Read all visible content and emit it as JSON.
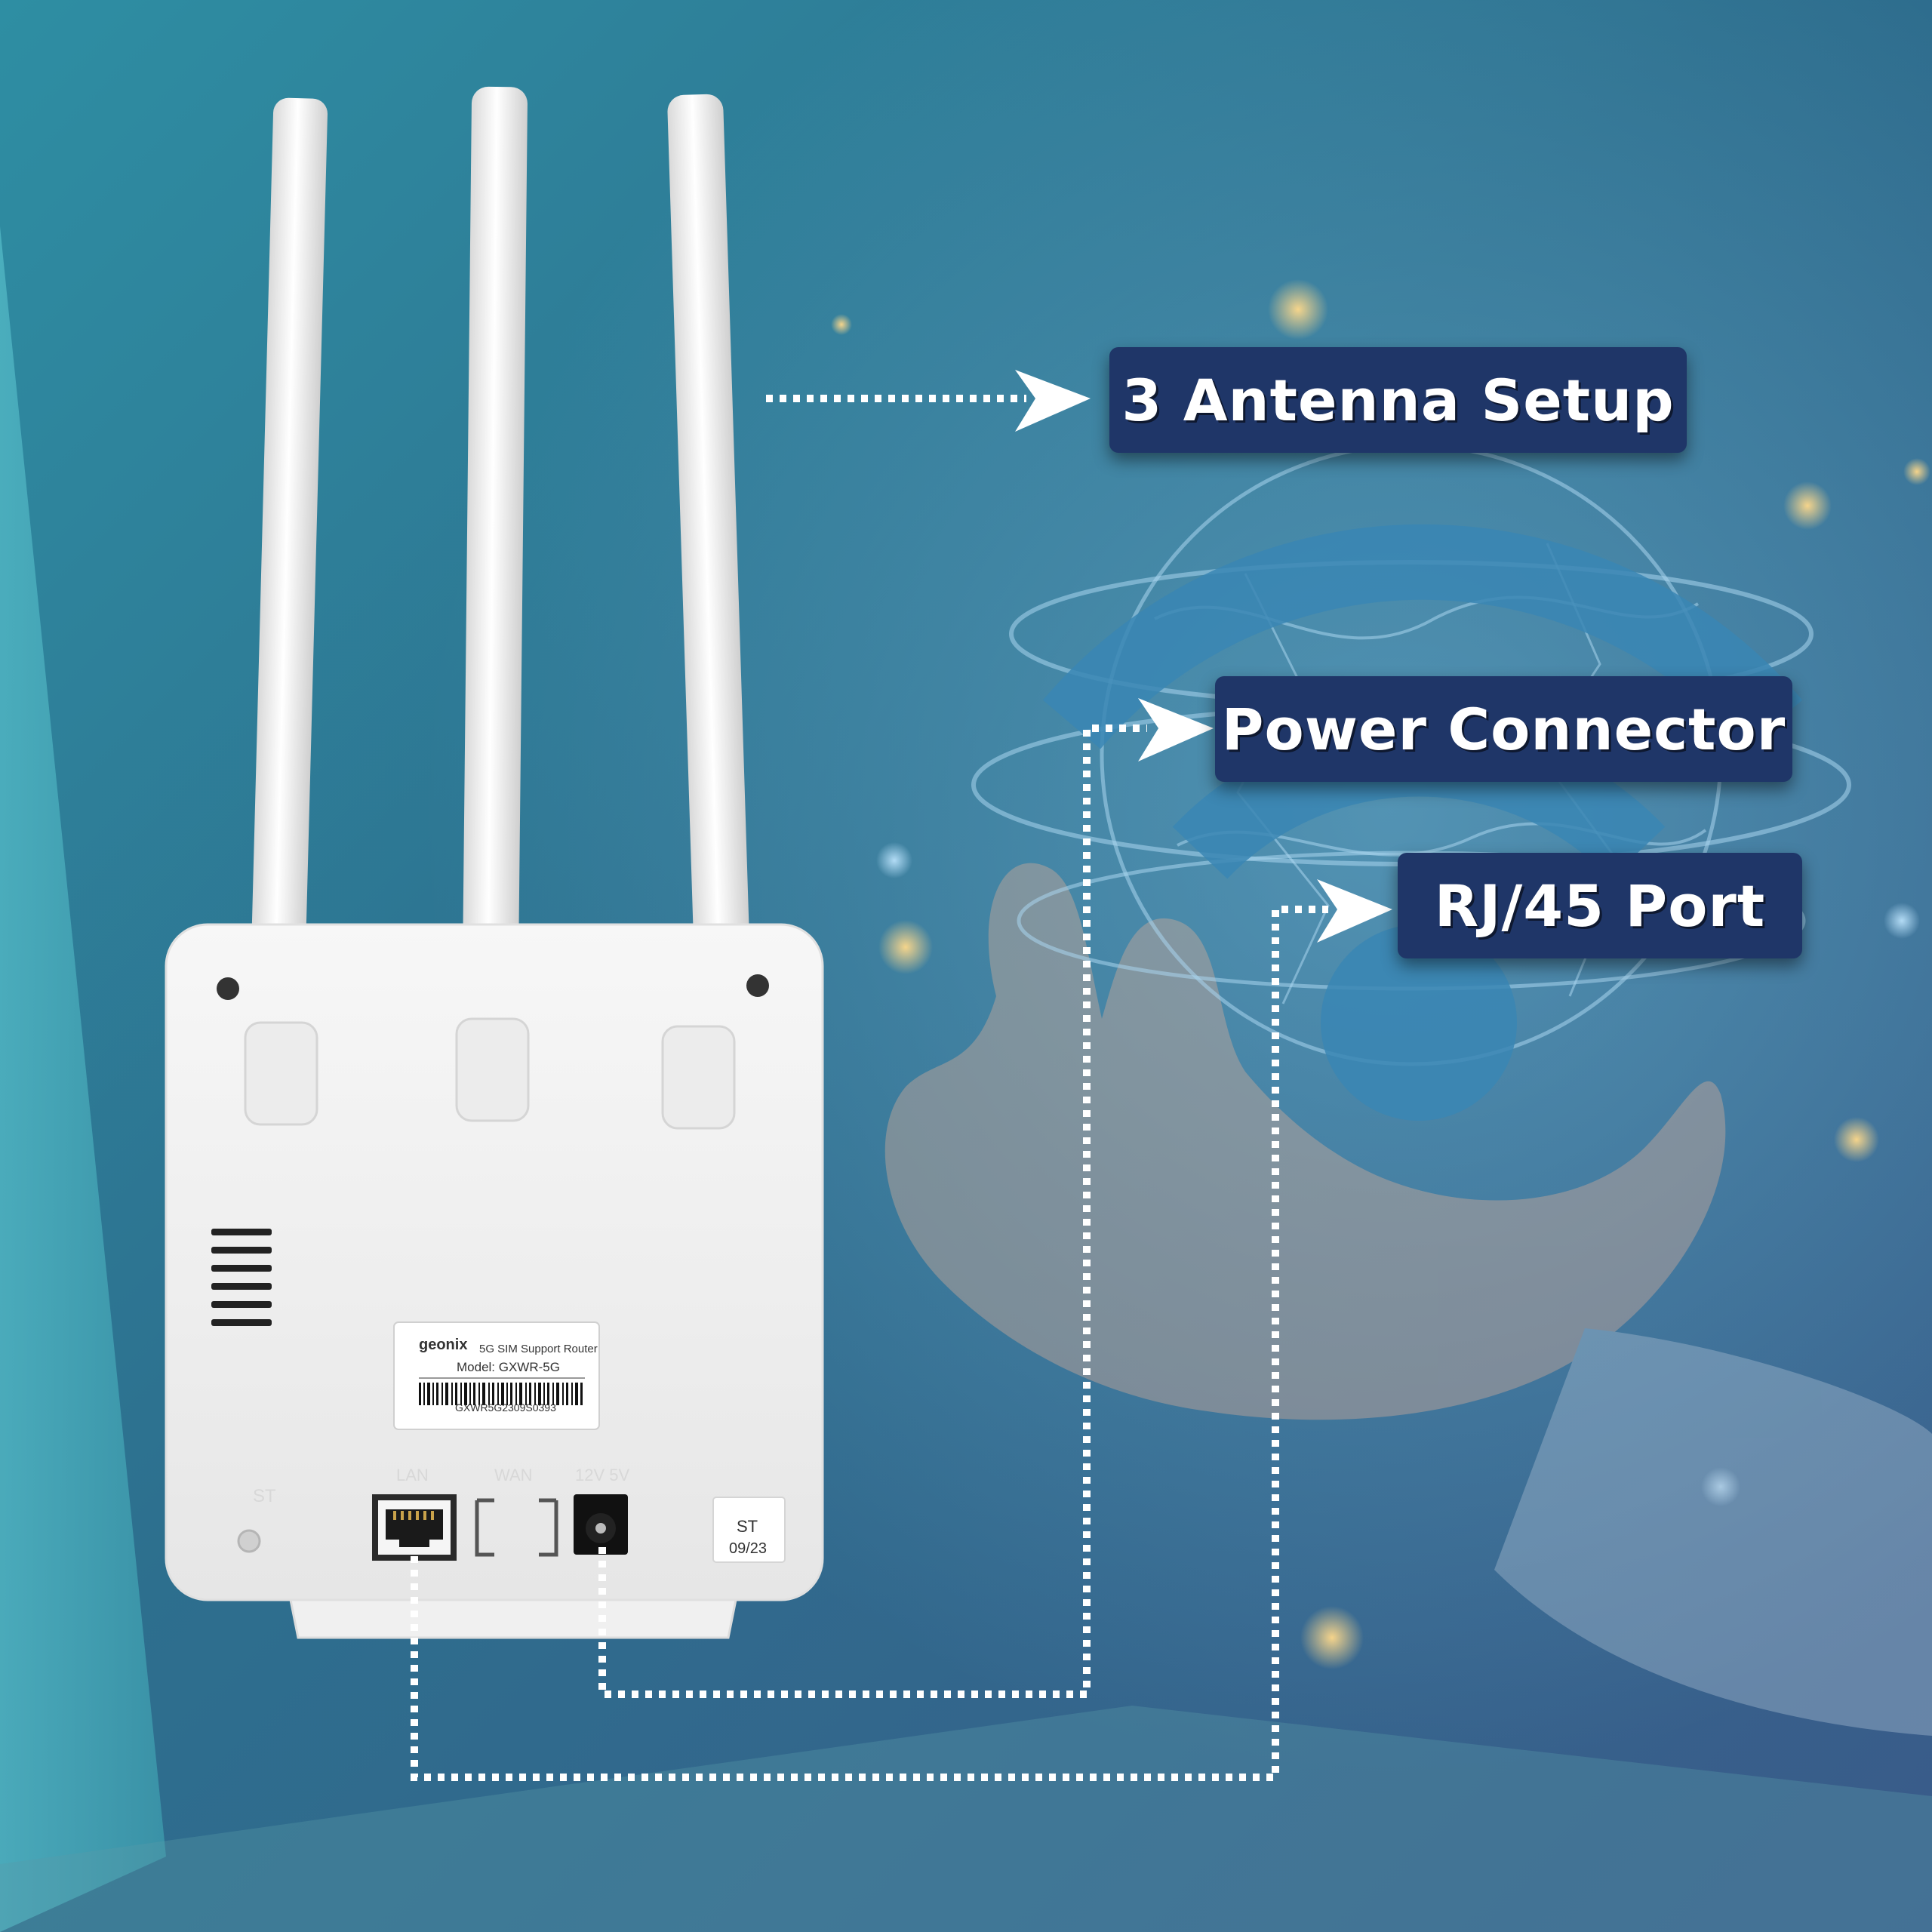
{
  "callouts": {
    "antenna": "3 Antenna Setup",
    "power": "Power Connector",
    "rj45": "RJ/45 Port"
  },
  "router_label": {
    "brand": "geonix",
    "product": "5G SIM Support Router",
    "model": "Model: GXWR-5G",
    "serial": "GXWR5G2309S0393"
  },
  "ports": {
    "st": "ST",
    "lan": "LAN",
    "wan": "WAN",
    "power": "12V 5V"
  },
  "date_sticker": {
    "line1": "ST",
    "line2": "09/23"
  },
  "colors": {
    "callout_bg": "#1f3668",
    "callout_text": "#ffffff",
    "dotted_line": "#ffffff",
    "router_body": "#f2f2f2",
    "wifi_symbol": "#3a86b4"
  }
}
